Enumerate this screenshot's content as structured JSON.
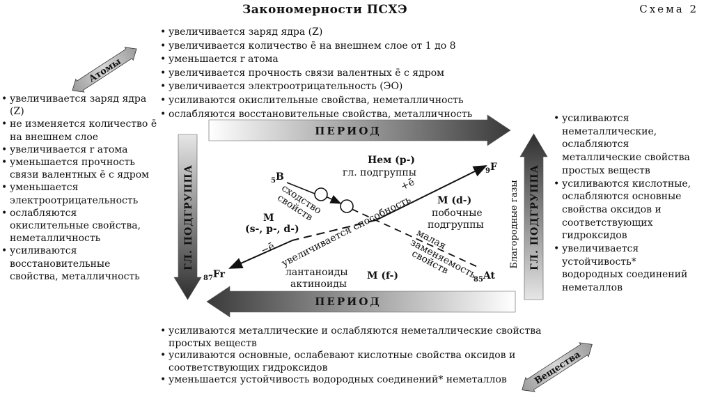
{
  "header": {
    "title": "Закономерности ПСХЭ",
    "scheme_label": "Схема 2"
  },
  "badges": {
    "atoms": "Атомы",
    "substances": "Вещества"
  },
  "arrows": {
    "period_top": "ПЕРИОД",
    "period_bottom": "ПЕРИОД",
    "subgroup_left": "ГЛ. ПОДГРУППА",
    "subgroup_right": "ГЛ. ПОДГРУППА",
    "noble_gases": "Благородные газы"
  },
  "top_list": [
    "увеличивается заряд ядра (Z)",
    "увеличивается количество ē на внешнем слое от 1 до 8",
    "уменьшается r атома",
    "увеличивается прочность связи валентных ē с ядром",
    "увеличивается электроотрицательность (ЭО)",
    "усиливаются окислительные свойства, неметалличность",
    "ослабляются восстановительные свойства, металличность"
  ],
  "left_list": [
    "увеличивается заряд ядра (Z)",
    "не изменяется количество ē на внешнем слое",
    "увеличивается r атома",
    "уменьшается прочность связи валентных ē с ядром",
    "уменьшается электроотрицательность",
    "ослабляются окислительные свойства, неметалличность",
    "усиливаются восстановительные свойства, металличность"
  ],
  "right_list": [
    "усиливаются неметаллические, ослабляются металлические свойства простых веществ",
    "усиливаются кислотные, ослабляются основные свойства оксидов и соответствующих гидроксидов",
    "увеличивается устойчивость* водородных соединений неметаллов"
  ],
  "bottom_list": [
    "усиливаются металлические и ослабляются неметаллические свойства простых веществ",
    "усиливаются основные, ослабевают кислотные свойства оксидов и соответствующих гидроксидов",
    "уменьшается устойчивость водородных соединений* неметаллов"
  ],
  "center": {
    "element_b": {
      "subscript": "5",
      "symbol": "B"
    },
    "element_f": {
      "subscript": "9",
      "symbol": "F"
    },
    "element_fr": {
      "subscript": "87",
      "symbol": "Fr"
    },
    "element_at": {
      "subscript": "85",
      "symbol": "At"
    },
    "nem_title": "Нем (p-)",
    "nem_sub": "гл. подгруппы",
    "m_spd_title": "М",
    "m_spd_sub": "(s-, p-, d-)",
    "md_title": "М (d-)",
    "md_sub1": "побочные",
    "md_sub2": "подгруппы",
    "similarity_1": "сходство",
    "similarity_2": "свойств",
    "plus_e": "+ē",
    "minus_e": "−ē",
    "ability": "увеличивается способность",
    "low_1": "малая",
    "low_2": "заменяемость",
    "low_3": "свойств",
    "lanth_1": "лантаноиды",
    "lanth_2": "актиноиды",
    "mf": "М (f-)"
  }
}
